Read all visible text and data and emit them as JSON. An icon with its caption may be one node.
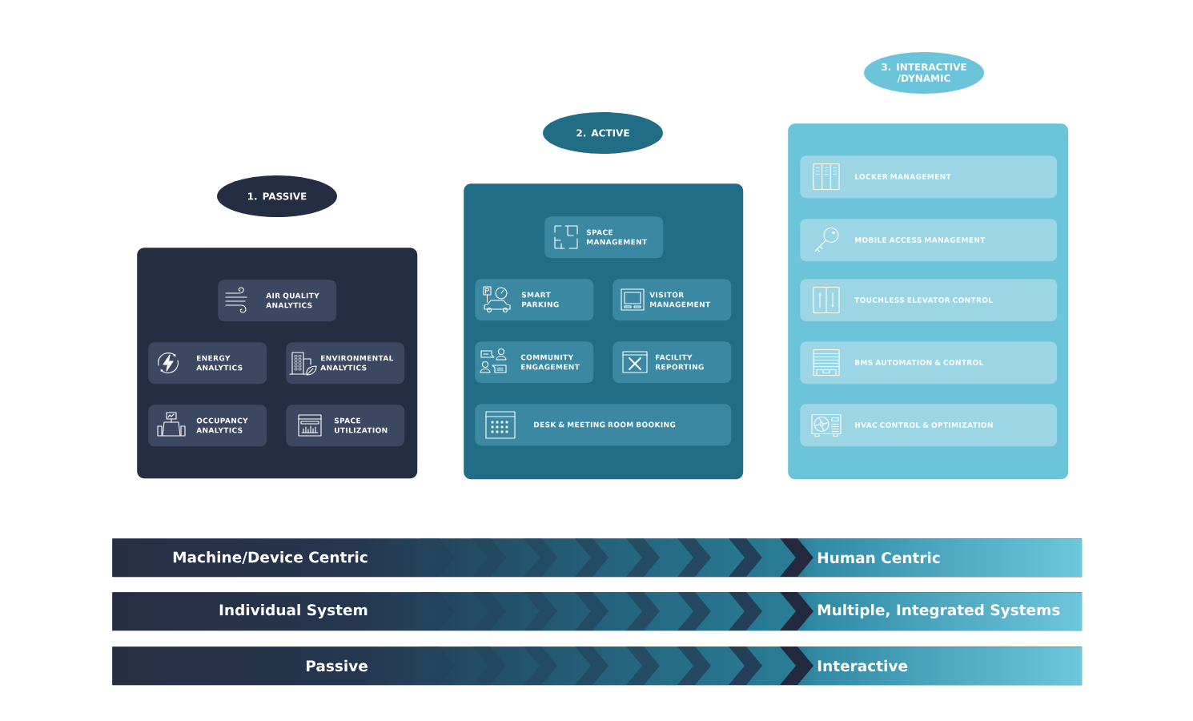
{
  "diagram": {
    "nodes": [
      {
        "text": [
          "1. PASSIVE"
        ]
      },
      {
        "text": [],
        "shape": "box"
      },
      {
        "text": [
          "AIR QUALITY ANALYTICS"
        ],
        "in": 1
      },
      {
        "text": [
          "ENERGY ANALYTICS"
        ],
        "in": 1
      },
      {
        "text": [
          "ENVIRONMENTAL ANALYTICS"
        ],
        "in": 1
      },
      {
        "text": [
          "OCCUPANCY ANALYTICS"
        ],
        "in": 1
      },
      {
        "text": [
          "SPACE UTILIZATION"
        ],
        "in": 1
      },
      {
        "text": [
          "2. ACTIVE"
        ]
      },
      {
        "text": [],
        "shape": "box"
      },
      {
        "text": [
          "SPACE MANAGEMENT"
        ],
        "in": 8
      },
      {
        "text": [
          "SMART PARKING"
        ],
        "in": 8
      },
      {
        "text": [
          "VISITOR MANAGEMENT"
        ],
        "in": 8
      },
      {
        "text": [
          "COMMUNITY ENGAGEMENT"
        ],
        "in": 8
      },
      {
        "text": [
          "FACILITY REPORTING"
        ],
        "in": 8
      },
      {
        "text": [
          "DESK & MEETING ROOM BOOKING"
        ],
        "in": 8
      },
      {
        "text": [
          "3. INTERACTIVE /DYNAMIC"
        ]
      },
      {
        "text": [],
        "shape": "box"
      },
      {
        "text": [
          "LOCKER MANAGEMENT"
        ],
        "in": 16
      },
      {
        "text": [
          "MOBILE ACCESS MANAGEMENT"
        ],
        "in": 16
      },
      {
        "text": [
          "TOUCHLESS ELEVATOR CONTROL"
        ],
        "in": 16
      },
      {
        "text": [
          "BMS AUTOMATION & CONTROL"
        ],
        "in": 16
      },
      {
        "text": [
          "HVAC CONTROL & OPTIMIZATION"
        ],
        "in": 16
      },
      {
        "text": [
          "Machine/Device Centric",
          "Human Centric"
        ]
      },
      {
        "text": [
          "Individual System",
          "Multiple, Integrated Systems"
        ]
      },
      {
        "text": [
          "Passive",
          "Interactive"
        ]
      }
    ]
  }
}
